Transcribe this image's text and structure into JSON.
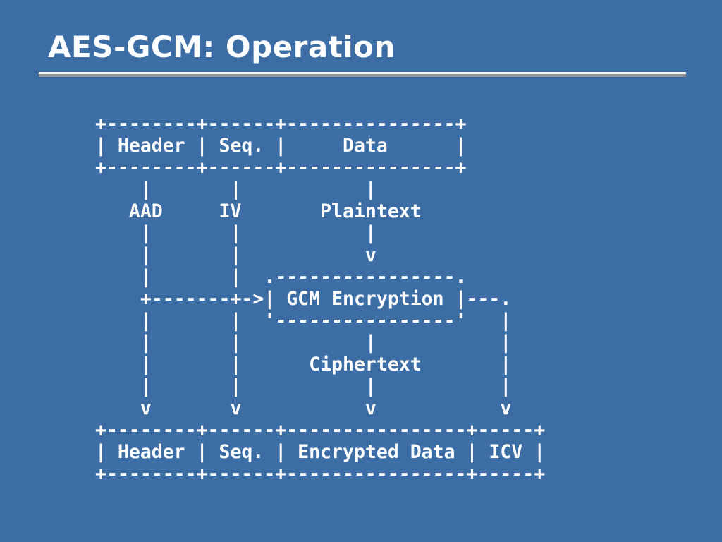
{
  "slide": {
    "title": "AES-GCM: Operation"
  },
  "theme": {
    "background_color": "#3c6da5",
    "text_color": "#fdfdfd",
    "divider_light_color": "#f4f4f0",
    "divider_dark_color": "#8f9399"
  },
  "diagram": {
    "lines": [
      "+--------+------+---------------+",
      "| Header | Seq. |     Data      |",
      "+--------+------+---------------+",
      "    |       |           |",
      "   AAD     IV       Plaintext",
      "    |       |           |",
      "    |       |           v",
      "    |       |  .----------------.",
      "    +-------+->| GCM Encryption |---.",
      "    |       |  '----------------'   |",
      "    |       |           |           |",
      "    |       |      Ciphertext       |",
      "    |       |           |           |",
      "    v       v           v           v",
      "+--------+------+----------------+-----+",
      "| Header | Seq. | Encrypted Data | ICV |",
      "+--------+------+----------------+-----+"
    ],
    "semantics": {
      "input_packet_fields": [
        "Header",
        "Seq.",
        "Data"
      ],
      "encryption_inputs": [
        "AAD",
        "IV",
        "Plaintext"
      ],
      "process_label": "GCM Encryption",
      "process_output": "Ciphertext",
      "output_packet_fields": [
        "Header",
        "Seq.",
        "Encrypted Data",
        "ICV"
      ]
    }
  }
}
